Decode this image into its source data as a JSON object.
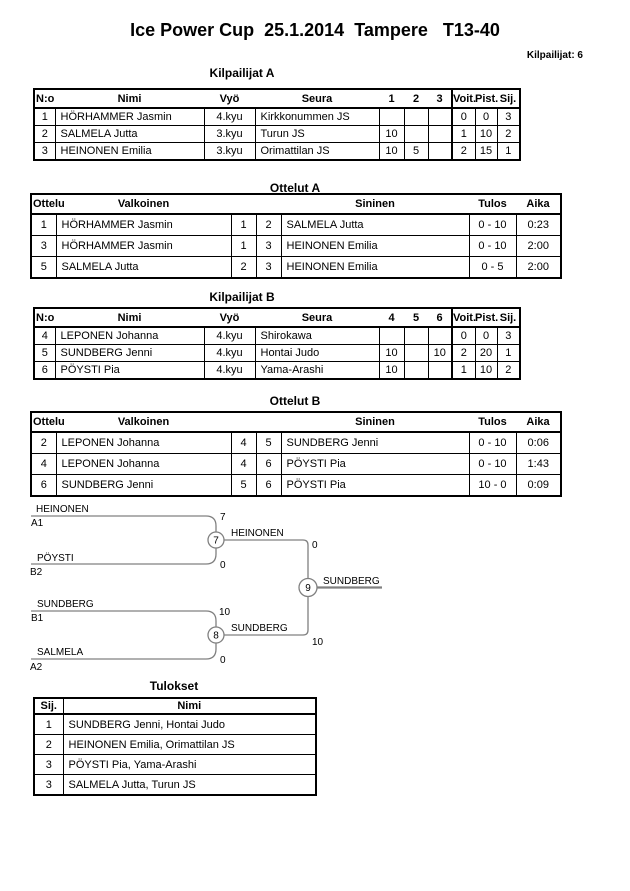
{
  "page": {
    "title": "Ice Power Cup  25.1.2014  Tampere   T13-40",
    "competitors_count_label": "Kilpailijat: 6"
  },
  "colors": {
    "text": "#000000",
    "table_border": "#000000",
    "bracket_line": "#808080",
    "background": "#ffffff"
  },
  "tables": {
    "kilpailijat_a": {
      "heading": "Kilpailijat A",
      "headers": [
        "N:o",
        "Nimi",
        "Vyö",
        "Seura",
        "1",
        "2",
        "3",
        "Voit.",
        "Pist.",
        "Sij."
      ],
      "rows": [
        [
          "1",
          "HÖRHAMMER Jasmin",
          "4.kyu",
          "Kirkkonummen JS",
          "",
          "",
          "",
          "0",
          "0",
          "3"
        ],
        [
          "2",
          "SALMELA Jutta",
          "3.kyu",
          "Turun JS",
          "10",
          "",
          "",
          "1",
          "10",
          "2"
        ],
        [
          "3",
          "HEINONEN Emilia",
          "3.kyu",
          "Orimattilan JS",
          "10",
          "5",
          "",
          "2",
          "15",
          "1"
        ]
      ]
    },
    "ottelut_a": {
      "heading": "Ottelut A",
      "headers": [
        "Ottelu",
        "Valkoinen",
        "",
        "",
        "Sininen",
        "Tulos",
        "Aika"
      ],
      "rows": [
        [
          "1",
          "HÖRHAMMER Jasmin",
          "1",
          "2",
          "SALMELA Jutta",
          "0 - 10",
          "0:23"
        ],
        [
          "3",
          "HÖRHAMMER Jasmin",
          "1",
          "3",
          "HEINONEN Emilia",
          "0 - 10",
          "2:00"
        ],
        [
          "5",
          "SALMELA Jutta",
          "2",
          "3",
          "HEINONEN Emilia",
          "0 - 5",
          "2:00"
        ]
      ]
    },
    "kilpailijat_b": {
      "heading": "Kilpailijat B",
      "headers": [
        "N:o",
        "Nimi",
        "Vyö",
        "Seura",
        "4",
        "5",
        "6",
        "Voit.",
        "Pist.",
        "Sij."
      ],
      "rows": [
        [
          "4",
          "LEPONEN Johanna",
          "4.kyu",
          "Shirokawa",
          "",
          "",
          "",
          "0",
          "0",
          "3"
        ],
        [
          "5",
          "SUNDBERG Jenni",
          "4.kyu",
          "Hontai Judo",
          "10",
          "",
          "10",
          "2",
          "20",
          "1"
        ],
        [
          "6",
          "PÖYSTI Pia",
          "4.kyu",
          "Yama-Arashi",
          "10",
          "",
          "",
          "1",
          "10",
          "2"
        ]
      ]
    },
    "ottelut_b": {
      "heading": "Ottelut B",
      "headers": [
        "Ottelu",
        "Valkoinen",
        "",
        "",
        "Sininen",
        "Tulos",
        "Aika"
      ],
      "rows": [
        [
          "2",
          "LEPONEN Johanna",
          "4",
          "5",
          "SUNDBERG Jenni",
          "0 - 10",
          "0:06"
        ],
        [
          "4",
          "LEPONEN Johanna",
          "4",
          "6",
          "PÖYSTI Pia",
          "0 - 10",
          "1:43"
        ],
        [
          "6",
          "SUNDBERG Jenni",
          "5",
          "6",
          "PÖYSTI Pia",
          "10 - 0",
          "0:09"
        ]
      ]
    },
    "tulokset": {
      "heading": "Tulokset",
      "headers": [
        "Sij.",
        "Nimi"
      ],
      "rows": [
        [
          "1",
          "SUNDBERG Jenni, Hontai Judo"
        ],
        [
          "2",
          "HEINONEN Emilia, Orimattilan JS"
        ],
        [
          "3",
          "PÖYSTI Pia, Yama-Arashi"
        ],
        [
          "3",
          "SALMELA Jutta, Turun JS"
        ]
      ]
    }
  },
  "bracket": {
    "semifinal_1": {
      "match_number": "7",
      "top_name": "HEINONEN",
      "top_seed": "A1",
      "top_score": "7",
      "bottom_name": "PÖYSTI",
      "bottom_seed": "B2",
      "bottom_score": "0",
      "winner_name": "HEINONEN",
      "winner_score": "0"
    },
    "semifinal_2": {
      "match_number": "8",
      "top_name": "SUNDBERG",
      "top_seed": "B1",
      "top_score": "10",
      "bottom_name": "SALMELA",
      "bottom_seed": "A2",
      "bottom_score": "0",
      "winner_name": "SUNDBERG",
      "winner_score": "10"
    },
    "final": {
      "match_number": "9",
      "winner_name": "SUNDBERG"
    }
  }
}
